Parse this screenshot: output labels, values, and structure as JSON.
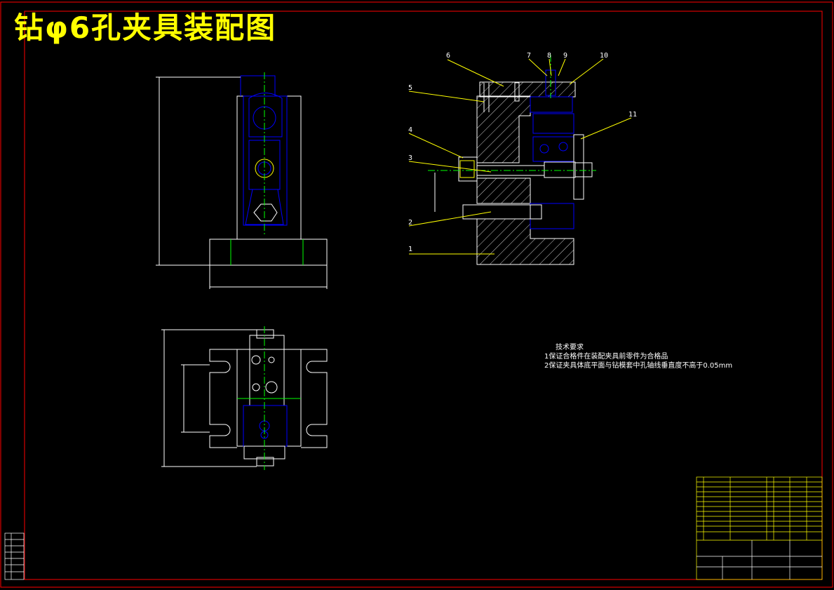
{
  "title": "钻φ6孔夹具装配图",
  "tech_requirements": {
    "heading": "技术要求",
    "items": [
      "1保证合格件在装配夹具前零件为合格品",
      "2保证夹具体底平面与钻模套中孔轴线垂直度不高于0.05mm"
    ]
  },
  "callouts": [
    "1",
    "2",
    "3",
    "4",
    "5",
    "6",
    "7",
    "8",
    "9",
    "10",
    "11"
  ],
  "colors": {
    "background": "#000000",
    "frame": "#ff0000",
    "outline": "#ffffff",
    "parts": "#0000ff",
    "leaders": "#ffff00",
    "centerlines": "#00ff00",
    "title_text": "#ffff00"
  }
}
